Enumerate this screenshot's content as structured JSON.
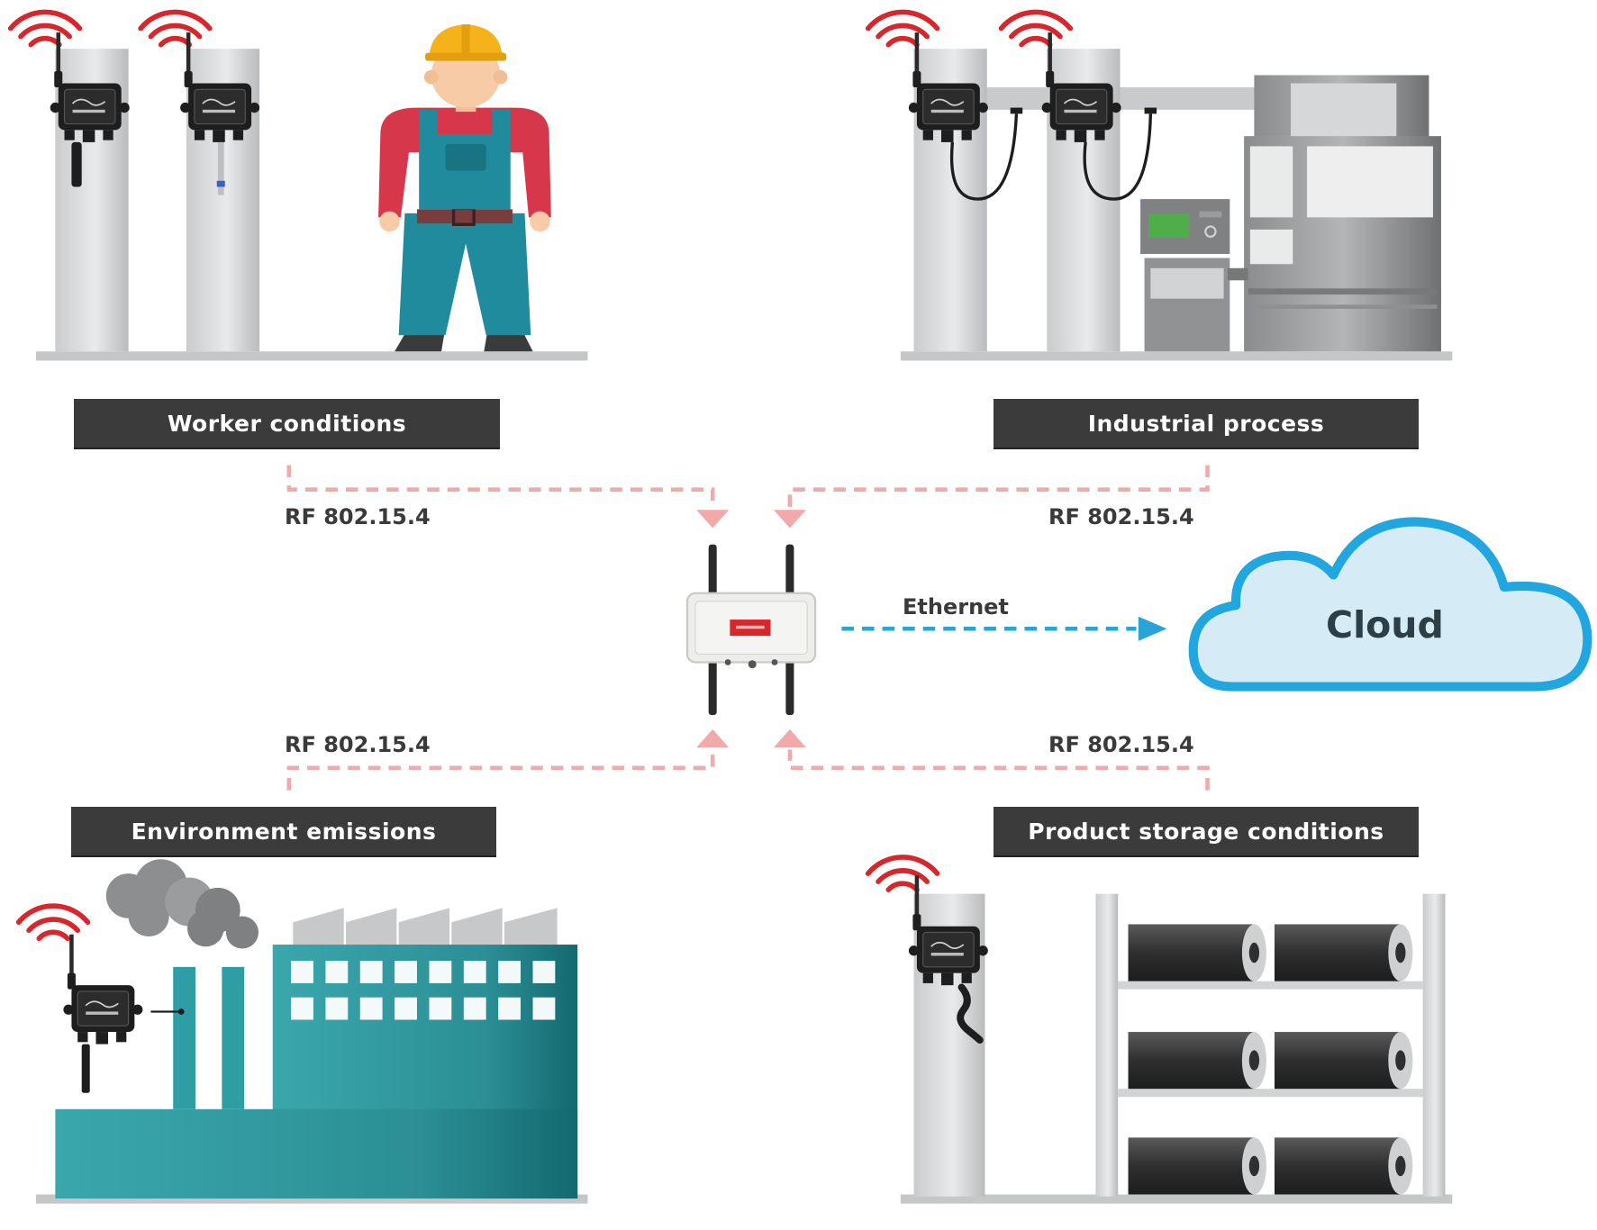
{
  "scenes": {
    "worker": {
      "label": "Worker conditions"
    },
    "industrial": {
      "label": "Industrial process"
    },
    "environment": {
      "label": "Environment emissions"
    },
    "storage": {
      "label": "Product storage conditions"
    }
  },
  "links": {
    "rf_top_left": "RF 802.15.4",
    "rf_top_right": "RF 802.15.4",
    "rf_bottom_left": "RF 802.15.4",
    "rf_bottom_right": "RF 802.15.4",
    "ethernet": "Ethernet"
  },
  "cloud": {
    "label": "Cloud"
  },
  "colors": {
    "label_bg": "#3b3b3b",
    "rf_dash": "#f2a9a9",
    "ethernet_dash": "#29a3d8",
    "cloud_fill": "#d5ecf7",
    "cloud_stroke": "#22a6df",
    "wifi": "#d7262c",
    "gateway_badge": "#d7262c",
    "factory": "#2f9ea4",
    "worker_shirt": "#d7374a",
    "worker_overall": "#1f8b9c",
    "helmet": "#f5b21a"
  }
}
